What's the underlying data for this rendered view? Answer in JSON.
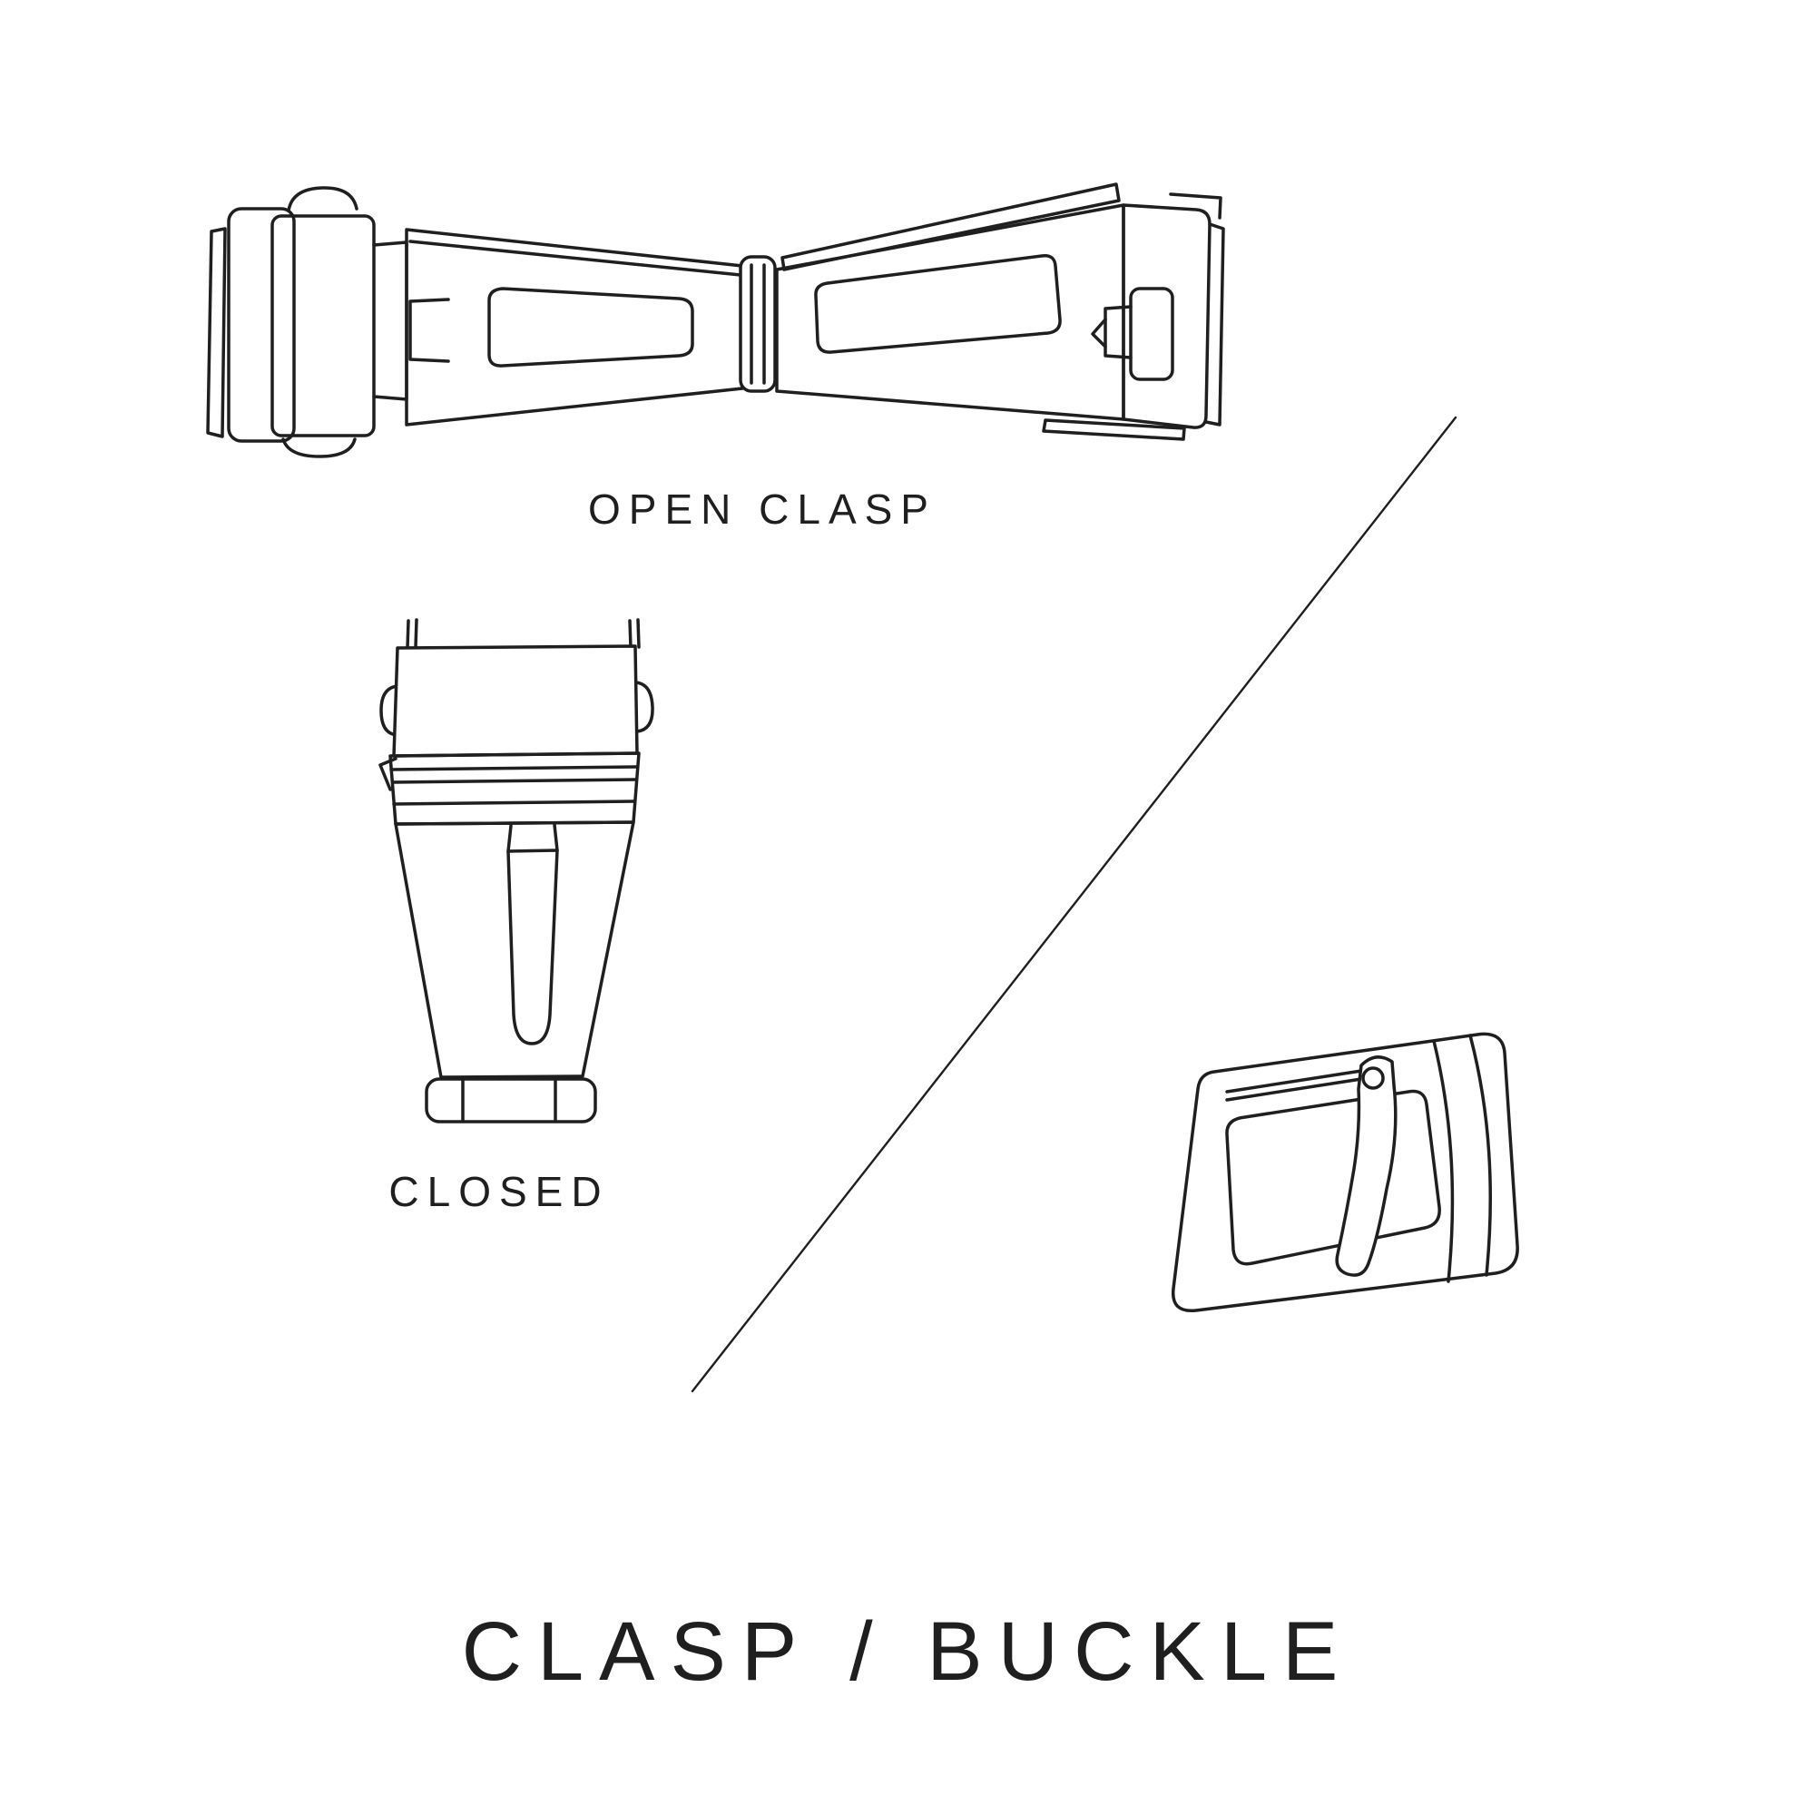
{
  "page": {
    "background": "#ffffff",
    "ink": "#1f1f1f"
  },
  "figures": {
    "open_clasp": {
      "name": "open-clasp-illustration",
      "caption": "OPEN CLASP"
    },
    "closed_clasp": {
      "name": "closed-clasp-illustration",
      "caption": "CLOSED"
    },
    "buckle": {
      "name": "buckle-illustration"
    },
    "divider": {
      "name": "diagonal-divider-line"
    }
  },
  "title": {
    "text": "CLASP / BUCKLE"
  }
}
